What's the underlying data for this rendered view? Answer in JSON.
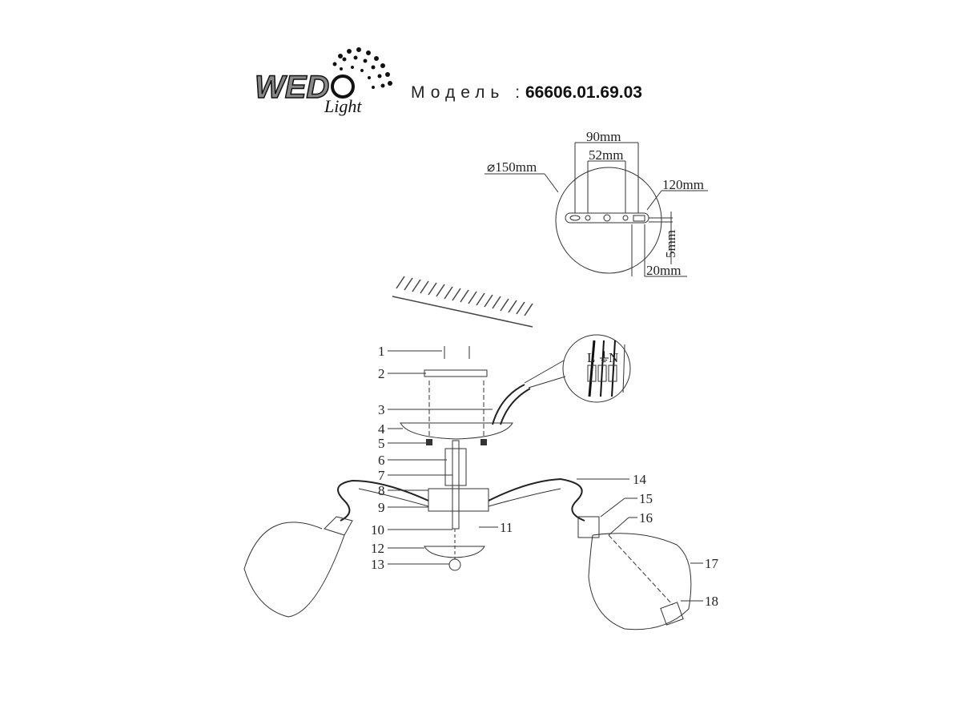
{
  "header": {
    "logo_text": "WEDO Light",
    "model_caption": "Модель :",
    "model_number": "66606.01.69.03"
  },
  "mounting_detail": {
    "diameter": "⌀150mm",
    "dim_90": "90mm",
    "dim_52": "52mm",
    "dim_120": "120mm",
    "dim_5": "5mm",
    "dim_20": "20mm"
  },
  "wiring_detail": {
    "live": "L",
    "earth": "⏚",
    "neutral": "N"
  },
  "part_labels": [
    "1",
    "2",
    "3",
    "4",
    "5",
    "6",
    "7",
    "8",
    "9",
    "10",
    "11",
    "12",
    "13",
    "14",
    "15",
    "16",
    "17",
    "18"
  ]
}
